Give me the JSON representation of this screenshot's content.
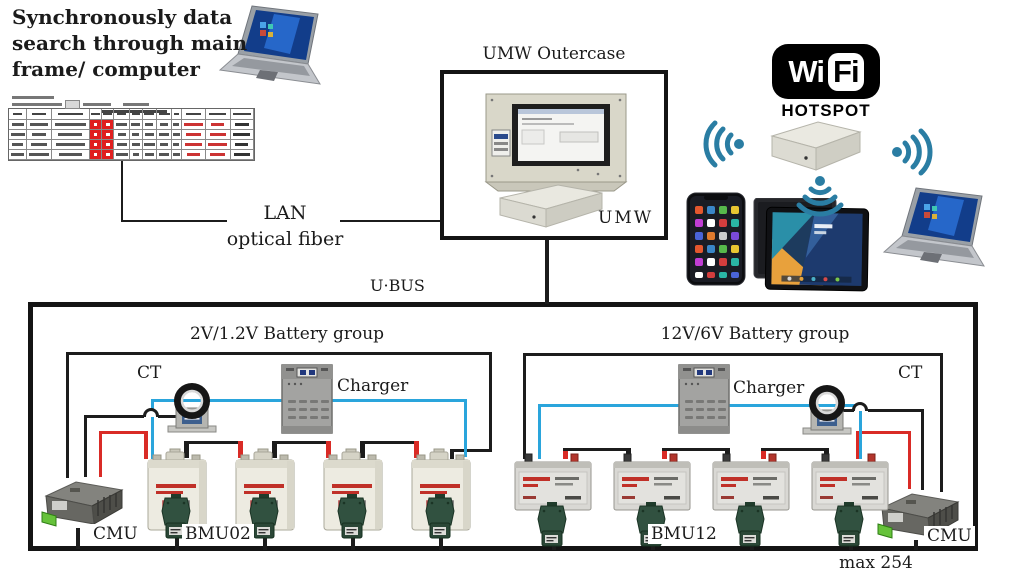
{
  "header": {
    "caption": "Synchronously data\nsearch through main\nframe/ computer"
  },
  "links": {
    "lan_line1": "LAN",
    "lan_line2": "optical fiber",
    "ubus_label": "U·BUS"
  },
  "umw": {
    "outercase_label": "UMW Outercase",
    "device_label": "UMW"
  },
  "wifi": {
    "wi": "Wi",
    "fi": "Fi",
    "hotspot": "HOTSPOT"
  },
  "left_group": {
    "title": "2V/1.2V Battery group",
    "ct_label": "CT",
    "charger_label": "Charger",
    "cmu_label": "CMU",
    "bmu_label": "BMU02"
  },
  "right_group": {
    "title": "12V/6V Battery group",
    "ct_label": "CT",
    "charger_label": "Charger",
    "cmu_label": "CMU",
    "bmu_label": "BMU12"
  },
  "footer": {
    "max_label": "max 254"
  },
  "monitor_table": {
    "data_rows": 4,
    "columns": 13,
    "col_widths_pct": [
      7.5,
      10,
      15.5,
      5,
      5,
      6.5,
      5,
      6,
      6,
      4,
      10,
      10,
      9.5
    ],
    "alarm_bg_cols": [
      3,
      4
    ],
    "red_text_cols": [
      10,
      11
    ],
    "alarm_color": "#e01f1f",
    "text_color": "#555555",
    "red_text_color": "#cc3333",
    "grid_color": "#8a8a8a"
  },
  "colors": {
    "wire_black": "#1c1c1c",
    "wire_red": "#d92b26",
    "wire_blue": "#2aa5dc",
    "wifi_teal": "#2a7da3",
    "battery_body": "#edebe1",
    "bmu_green": "#315140",
    "panel_beige": "#d9d7c9"
  }
}
